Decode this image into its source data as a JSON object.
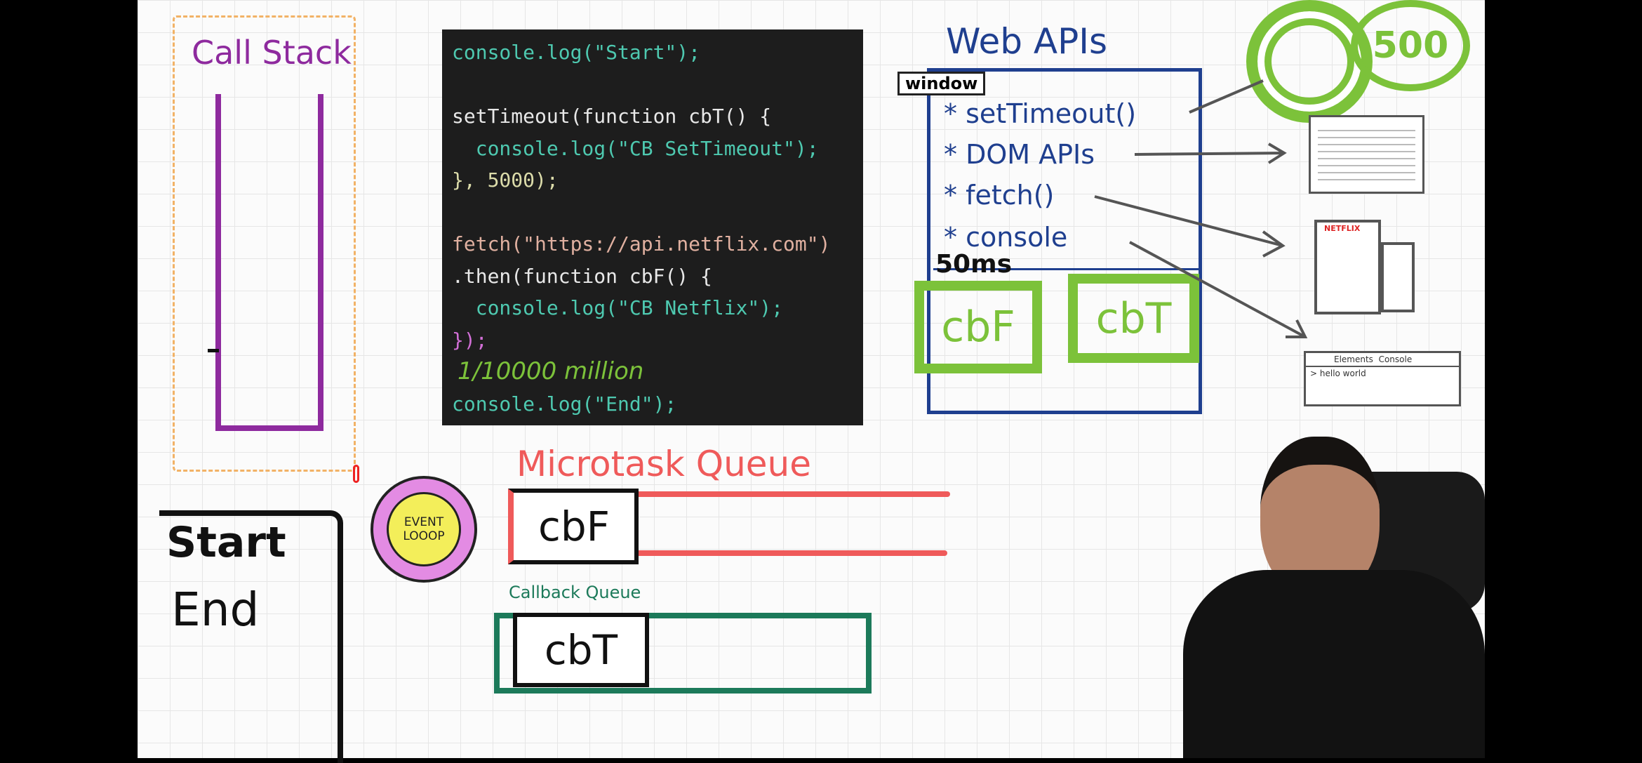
{
  "call_stack": {
    "title": "Call Stack"
  },
  "code": {
    "lines": [
      "console.log(\"Start\");",
      "",
      "setTimeout(function cbT() {",
      "  console.log(\"CB SetTimeout\");",
      "}, 5000);",
      "",
      "fetch(\"https://api.netflix.com\")",
      ".then(function cbF() {",
      "  console.log(\"CB Netflix\");",
      "});",
      "",
      "console.log(\"End\");"
    ],
    "annotation": "1/10000 million"
  },
  "web_apis": {
    "title": "Web APIs",
    "window_label": "window",
    "items": [
      "* setTimeout()",
      "* DOM APIs",
      "* fetch()",
      "* console"
    ],
    "timer_label": "50ms",
    "pending": [
      "cbF",
      "cbT"
    ],
    "timer_badge": "500"
  },
  "thumbnails": {
    "netflix": "NETFLIX",
    "console_tabs": "Elements  Console",
    "console_output": "> hello world"
  },
  "event_loop": {
    "label_line1": "EVENT",
    "label_line2": "LOOOP"
  },
  "microtask_queue": {
    "title": "Microtask Queue",
    "items": [
      "cbF"
    ]
  },
  "callback_queue": {
    "title": "Callback Queue",
    "items": [
      "cbT"
    ]
  },
  "console_output": {
    "lines": [
      "Start",
      "End"
    ]
  },
  "colors": {
    "purple": "#8e2a9e",
    "blue": "#1f3f8f",
    "green": "#7cc23a",
    "red": "#ef5a5a",
    "teal": "#1c7a5a"
  }
}
